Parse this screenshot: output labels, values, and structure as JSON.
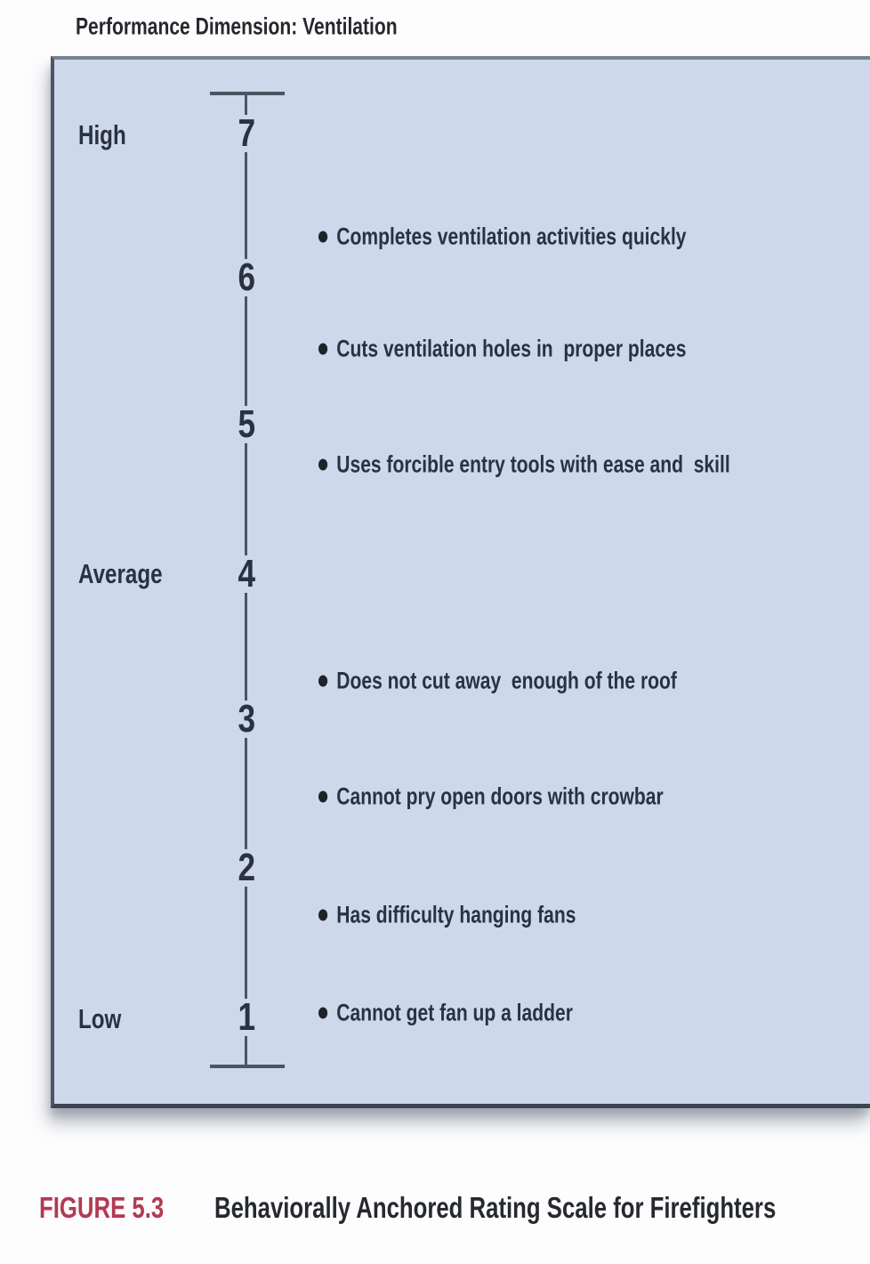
{
  "title": "Performance Dimension: Ventilation",
  "scale": {
    "ticks": [
      "7",
      "6",
      "5",
      "4",
      "3",
      "2",
      "1"
    ],
    "anchors": {
      "high": "High",
      "average": "Average",
      "low": "Low"
    }
  },
  "behaviors": [
    "Completes ventilation activities quickly",
    "Cuts ventilation holes in  proper places",
    "Uses forcible entry tools with ease and  skill",
    "Does not cut away  enough of the roof",
    "Cannot pry open doors with crowbar",
    "Has difficulty hanging fans",
    "Cannot get fan up a ladder"
  ],
  "figure": {
    "label": "FIGURE 5.3",
    "caption": "Behaviorally Anchored Rating Scale for Firefighters"
  },
  "colors": {
    "panel_background": "#cdd9eb",
    "scale_line": "#4b5563",
    "body_text": "#2a3240",
    "figure_label_red": "#b23a52",
    "caption_text": "#26292e"
  }
}
